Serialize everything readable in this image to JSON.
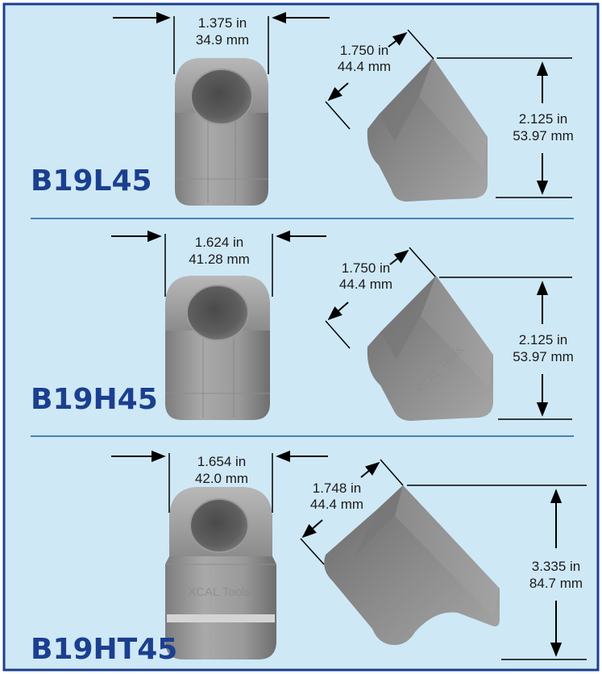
{
  "colors": {
    "background": "#cfe8f6",
    "border": "#1b3f8f",
    "divider": "#1b5fa8",
    "model_text": "#1b3f8f",
    "dimension_lines": "#000000"
  },
  "products": [
    {
      "model": "B19L45",
      "width_in": "1.375 in",
      "width_mm": "34.9 mm",
      "diag_in": "1.750 in",
      "diag_mm": "44.4 mm",
      "height_in": "2.125 in",
      "height_mm": "53.97 mm"
    },
    {
      "model": "B19H45",
      "width_in": "1.624 in",
      "width_mm": "41.28 mm",
      "diag_in": "1.750 in",
      "diag_mm": "44.4 mm",
      "height_in": "2.125 in",
      "height_mm": "53.97 mm",
      "watermark": "XCAL Tools"
    },
    {
      "model": "B19HT45",
      "width_in": "1.654 in",
      "width_mm": "42.0 mm",
      "diag_in": "1.748 in",
      "diag_mm": "44.4 mm",
      "height_in": "3.335 in",
      "height_mm": "84.7 mm",
      "watermark": "XCAL Tools"
    }
  ]
}
